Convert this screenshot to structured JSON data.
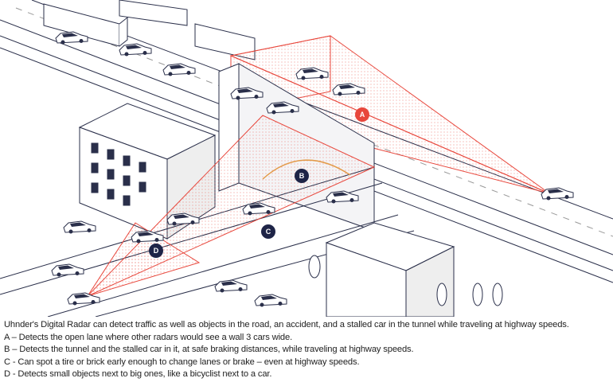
{
  "illustration": {
    "markers": [
      {
        "letter": "A",
        "color": "#e8473c"
      },
      {
        "letter": "B",
        "color": "#1e2447"
      },
      {
        "letter": "C",
        "color": "#1e2447"
      },
      {
        "letter": "D",
        "color": "#1e2447"
      }
    ],
    "colors": {
      "radar": "#e8473c",
      "line": "#2a2f4a",
      "tunnel": "#e39a4a",
      "sensor": "#3a8fd0"
    }
  },
  "caption": {
    "intro": "Uhnder's Digital Radar can detect traffic as well as objects in the road, an accident, and a stalled car in the tunnel while traveling at highway speeds.",
    "items": [
      "A – Detects the open lane where other radars would see a wall 3 cars wide.",
      "B – Detects the tunnel and the stalled car in it, at safe braking distances, while traveling at highway speeds.",
      "C - Can spot a tire or brick early enough to change lanes or brake – even at highway speeds.",
      "D - Detects small objects next to big ones, like a bicyclist next to a car."
    ]
  }
}
